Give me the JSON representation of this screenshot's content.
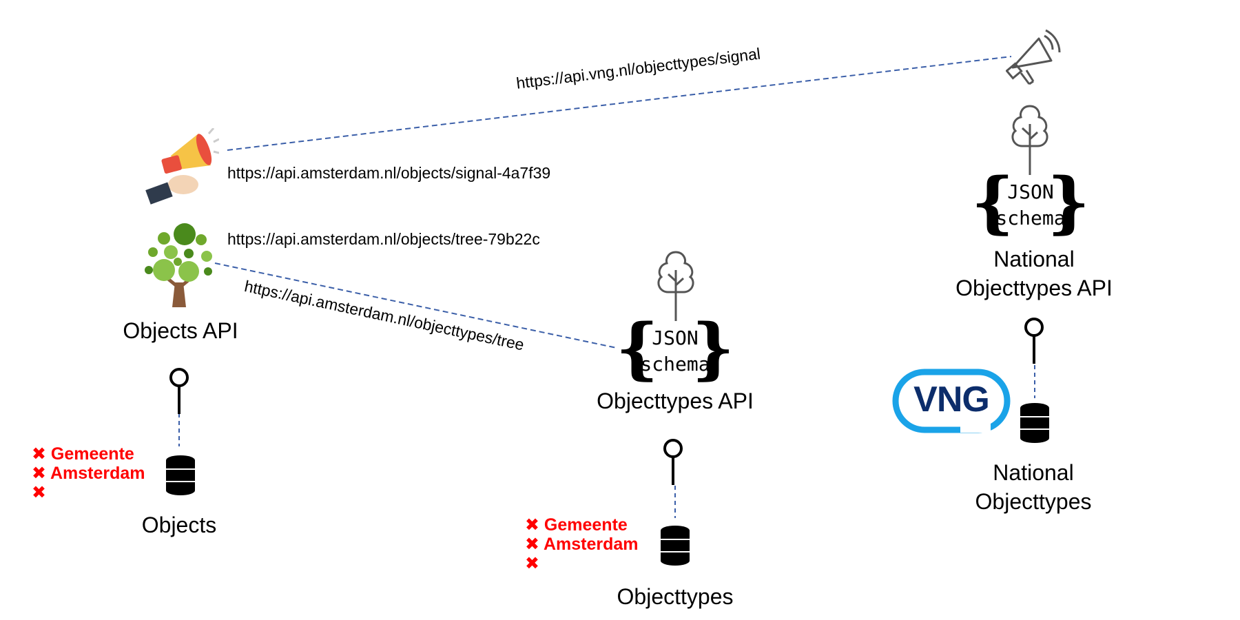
{
  "urls": {
    "signal_type": "https://api.vng.nl/objecttypes/signal",
    "signal_object": "https://api.amsterdam.nl/objects/signal-4a7f39",
    "tree_object": "https://api.amsterdam.nl/objects/tree-79b22c",
    "tree_type": "https://api.amsterdam.nl/objecttypes/tree"
  },
  "json_schema": {
    "line1": "JSON",
    "line2": "schema"
  },
  "labels": {
    "objects_api": "Objects API",
    "objects": "Objects",
    "objecttypes_api": "Objecttypes API",
    "objecttypes": "Objecttypes",
    "national_api_line1": "National",
    "national_api_line2": "Objecttypes API",
    "national_db_line1": "National",
    "national_db_line2": "Objecttypes"
  },
  "gemeente": {
    "line1": "Gemeente",
    "line2": "Amsterdam"
  },
  "vng_logo": "VNG",
  "colors": {
    "dashed_line": "#3a5ea8",
    "gemeente_red": "#ff0000",
    "vng_blue": "#1aa3e8",
    "vng_navy": "#0c2d6b"
  }
}
